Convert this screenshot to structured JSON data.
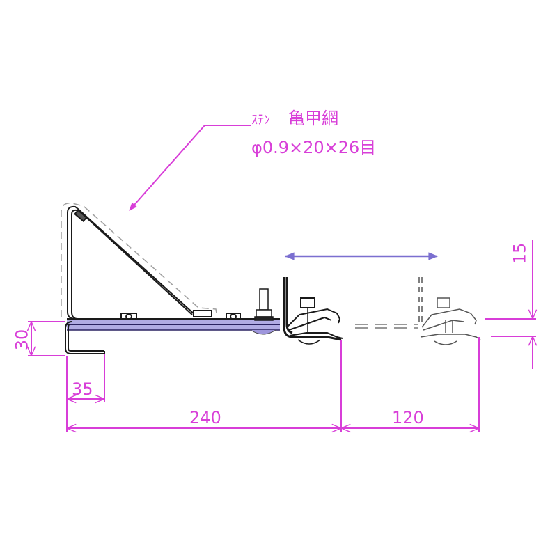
{
  "drawing": {
    "title": "Snow guard bracket with wire mesh - section view",
    "colors": {
      "dimension": "#d83ed8",
      "outline": "#1a1a1a",
      "mesh_dash": "#8a8a8a",
      "base_plate": "#7b6fd0",
      "move_arrow": "#7b6fd0"
    }
  },
  "note": {
    "material_prefix": "ｽﾃﾝ",
    "material_name": "亀甲網",
    "spec": "φ0.9×20×26目"
  },
  "dimensions": {
    "d30": "30",
    "d35": "35",
    "d240": "240",
    "d120": "120",
    "d15": "15"
  },
  "annotations": {
    "leader_arrow": "points to mesh on triangular bracket",
    "move_arrow": "clamp slide range (double-headed arrow)"
  }
}
